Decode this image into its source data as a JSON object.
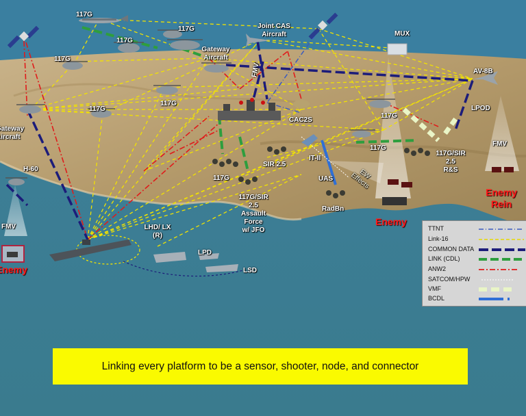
{
  "labels": {
    "p117g_top": "117G",
    "p117g_a": "117G",
    "p117g_b": "117G",
    "p117g_c": "117G",
    "p117g_d": "117G",
    "p117g_e": "117G",
    "p117g_f": "117G",
    "p117g_g": "117G",
    "p117g_h": "117G",
    "joint_cas_1": "Joint CAS",
    "joint_cas_2": "Aircraft",
    "gateway_1": "Gateway",
    "gateway_2": "Aircraft",
    "gateway_left_1": "Gateway",
    "gateway_left_2": "Aircraft",
    "mux": "MUX",
    "av8b": "AV-8B",
    "lpod": "LPOD",
    "fmv_vertical": "FMV",
    "cac2s": "CAC2S",
    "fmv_right": "FMV",
    "fmv_left": "FMV",
    "h60": "H-60",
    "sir25": "SIR 2.5",
    "it2": "IT-II",
    "uas": "UAS",
    "ew_1": "EW",
    "ew_2": "Effects",
    "radbn": "RadBn",
    "g117_sir_rs_1": "117G/SIR",
    "g117_sir_rs_2": "2.5",
    "g117_sir_rs_3": "R&S",
    "assault_1": "117G/SIR",
    "assault_2": "2.5",
    "assault_3": "Assault",
    "assault_4": "Force",
    "assault_5": "w/ JFO",
    "lhd_1": "LHD/ LX",
    "lhd_2": "(R)",
    "lpd": "LPD",
    "lsd": "LSD",
    "enemy_center": "Enemy",
    "enemy_rein_1": "Enemy",
    "enemy_rein_2": "Rein",
    "enemy_left": "Enemy"
  },
  "legend": {
    "items": [
      {
        "label": "TTNT",
        "color": "#3b5bbf",
        "style": "dashdot"
      },
      {
        "label": "Link-16",
        "color": "#e6d800",
        "style": "dash"
      },
      {
        "label": "COMMON DATA",
        "color": "#1c1c7a",
        "style": "longdash"
      },
      {
        "label": "LINK (CDL)",
        "color": "#2e9e3e",
        "style": "longdash"
      },
      {
        "label": "ANW2",
        "color": "#e01b1b",
        "style": "dashdotdot"
      },
      {
        "label": "SATCOM/HPW",
        "color": "#ffffff",
        "style": "finedash"
      },
      {
        "label": "VMF",
        "color": "#e9f5c7",
        "style": "block"
      },
      {
        "label": "BCDL",
        "color": "#2f6fd6",
        "style": "solid"
      }
    ]
  },
  "banner": {
    "text": "Linking every platform to be a sensor, shooter, node, and connector"
  },
  "colors": {
    "ttnt": "#3b5bbf",
    "link16": "#e6d800",
    "common_data": "#1c1c7a",
    "cdl": "#2e9e3e",
    "anw2": "#e01b1b",
    "vmf": "#e9f5c7",
    "bcdl": "#2f6fd6",
    "enemy": "#ff1a1a"
  }
}
